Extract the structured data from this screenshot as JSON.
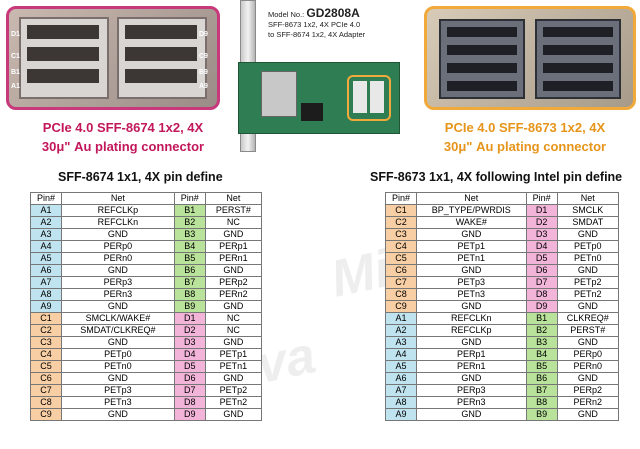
{
  "header": {
    "model_label": "Model No.:",
    "model_no": "GD2808A",
    "desc_line1": "SFF-8673 1x2, 4X PCIe 4.0",
    "desc_line2": "to SFF-8674 1x2, 4X Adapter"
  },
  "left_photo": {
    "pin_labels": [
      "D1",
      "C1",
      "B1",
      "A1",
      "D9",
      "C9",
      "B9",
      "A9"
    ]
  },
  "callouts": {
    "left_line1": "PCIe 4.0 SFF-8674 1x2, 4X",
    "left_line2": "30μ\" Au plating connector",
    "right_line1": "PCIe 4.0 SFF-8673 1x2, 4X",
    "right_line2": "30μ\" Au plating connector"
  },
  "left_table": {
    "title": "SFF-8674 1x1, 4X pin define",
    "headers": [
      "Pin#",
      "Net",
      "Pin#",
      "Net"
    ],
    "rows": [
      [
        "A1",
        "REFCLKp",
        "B1",
        "PERST#"
      ],
      [
        "A2",
        "REFCLKn",
        "B2",
        "NC"
      ],
      [
        "A3",
        "GND",
        "B3",
        "GND"
      ],
      [
        "A4",
        "PERp0",
        "B4",
        "PERp1"
      ],
      [
        "A5",
        "PERn0",
        "B5",
        "PERn1"
      ],
      [
        "A6",
        "GND",
        "B6",
        "GND"
      ],
      [
        "A7",
        "PERp3",
        "B7",
        "PERp2"
      ],
      [
        "A8",
        "PERn3",
        "B8",
        "PERn2"
      ],
      [
        "A9",
        "GND",
        "B9",
        "GND"
      ],
      [
        "C1",
        "SMCLK/WAKE#",
        "D1",
        "NC"
      ],
      [
        "C2",
        "SMDAT/CLKREQ#",
        "D2",
        "NC"
      ],
      [
        "C3",
        "GND",
        "D3",
        "GND"
      ],
      [
        "C4",
        "PETp0",
        "D4",
        "PETp1"
      ],
      [
        "C5",
        "PETn0",
        "D5",
        "PETn1"
      ],
      [
        "C6",
        "GND",
        "D6",
        "GND"
      ],
      [
        "C7",
        "PETp3",
        "D7",
        "PETp2"
      ],
      [
        "C8",
        "PETn3",
        "D8",
        "PETn2"
      ],
      [
        "C9",
        "GND",
        "D9",
        "GND"
      ]
    ],
    "row_colors": [
      "blue",
      "blue",
      "blue",
      "blue",
      "blue",
      "blue",
      "blue",
      "blue",
      "blue",
      "orange",
      "orange",
      "orange",
      "orange",
      "orange",
      "orange",
      "orange",
      "orange",
      "orange"
    ],
    "row_colors_right": [
      "green",
      "green",
      "green",
      "green",
      "green",
      "green",
      "green",
      "green",
      "green",
      "pink",
      "pink",
      "pink",
      "pink",
      "pink",
      "pink",
      "pink",
      "pink",
      "pink"
    ]
  },
  "right_table": {
    "title": "SFF-8673 1x1, 4X following Intel pin define",
    "headers": [
      "Pin#",
      "Net",
      "Pin#",
      "Net"
    ],
    "rows": [
      [
        "C1",
        "BP_TYPE/PWRDIS",
        "D1",
        "SMCLK"
      ],
      [
        "C2",
        "WAKE#",
        "D2",
        "SMDAT"
      ],
      [
        "C3",
        "GND",
        "D3",
        "GND"
      ],
      [
        "C4",
        "PETp1",
        "D4",
        "PETp0"
      ],
      [
        "C5",
        "PETn1",
        "D5",
        "PETn0"
      ],
      [
        "C6",
        "GND",
        "D6",
        "GND"
      ],
      [
        "C7",
        "PETp3",
        "D7",
        "PETp2"
      ],
      [
        "C8",
        "PETn3",
        "D8",
        "PETn2"
      ],
      [
        "C9",
        "GND",
        "D9",
        "GND"
      ],
      [
        "A1",
        "REFCLKn",
        "B1",
        "CLKREQ#"
      ],
      [
        "A2",
        "REFCLKp",
        "B2",
        "PERST#"
      ],
      [
        "A3",
        "GND",
        "B3",
        "GND"
      ],
      [
        "A4",
        "PERp1",
        "B4",
        "PERp0"
      ],
      [
        "A5",
        "PERn1",
        "B5",
        "PERn0"
      ],
      [
        "A6",
        "GND",
        "B6",
        "GND"
      ],
      [
        "A7",
        "PERp3",
        "B7",
        "PERp2"
      ],
      [
        "A8",
        "PERn3",
        "B8",
        "PERn2"
      ],
      [
        "A9",
        "GND",
        "B9",
        "GND"
      ]
    ],
    "row_colors": [
      "orange",
      "orange",
      "orange",
      "orange",
      "orange",
      "orange",
      "orange",
      "orange",
      "orange",
      "blue",
      "blue",
      "blue",
      "blue",
      "blue",
      "blue",
      "blue",
      "blue",
      "blue"
    ],
    "row_colors_right": [
      "pink",
      "pink",
      "pink",
      "pink",
      "pink",
      "pink",
      "pink",
      "pink",
      "pink",
      "green",
      "green",
      "green",
      "green",
      "green",
      "green",
      "green",
      "green",
      "green"
    ]
  },
  "watermark": "Minerva",
  "colors": {
    "left_accent": "#c2185b",
    "right_accent": "#e6951a"
  }
}
